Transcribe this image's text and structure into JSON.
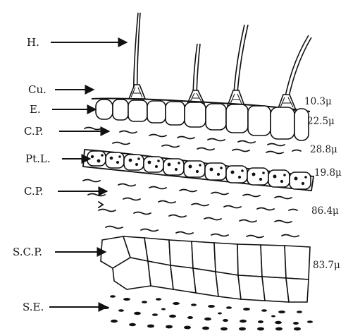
{
  "labels": [
    {
      "id": "H",
      "text": "H."
    },
    {
      "id": "Cu",
      "text": "Cu."
    },
    {
      "id": "E",
      "text": "E."
    },
    {
      "id": "CP1",
      "text": "C.P."
    },
    {
      "id": "PtL",
      "text": "Pt.L."
    },
    {
      "id": "CP2",
      "text": "C.P."
    },
    {
      "id": "SCP",
      "text": "S.C.P."
    },
    {
      "id": "SE",
      "text": "S.E."
    }
  ],
  "measurements": [
    {
      "id": "m1",
      "text": "10.3μ"
    },
    {
      "id": "m2",
      "text": "22.5μ"
    },
    {
      "id": "m3",
      "text": "28.8μ"
    },
    {
      "id": "m4",
      "text": "19.8μ"
    },
    {
      "id": "m5",
      "text": "86.4μ"
    },
    {
      "id": "m6",
      "text": "83.7μ"
    }
  ]
}
